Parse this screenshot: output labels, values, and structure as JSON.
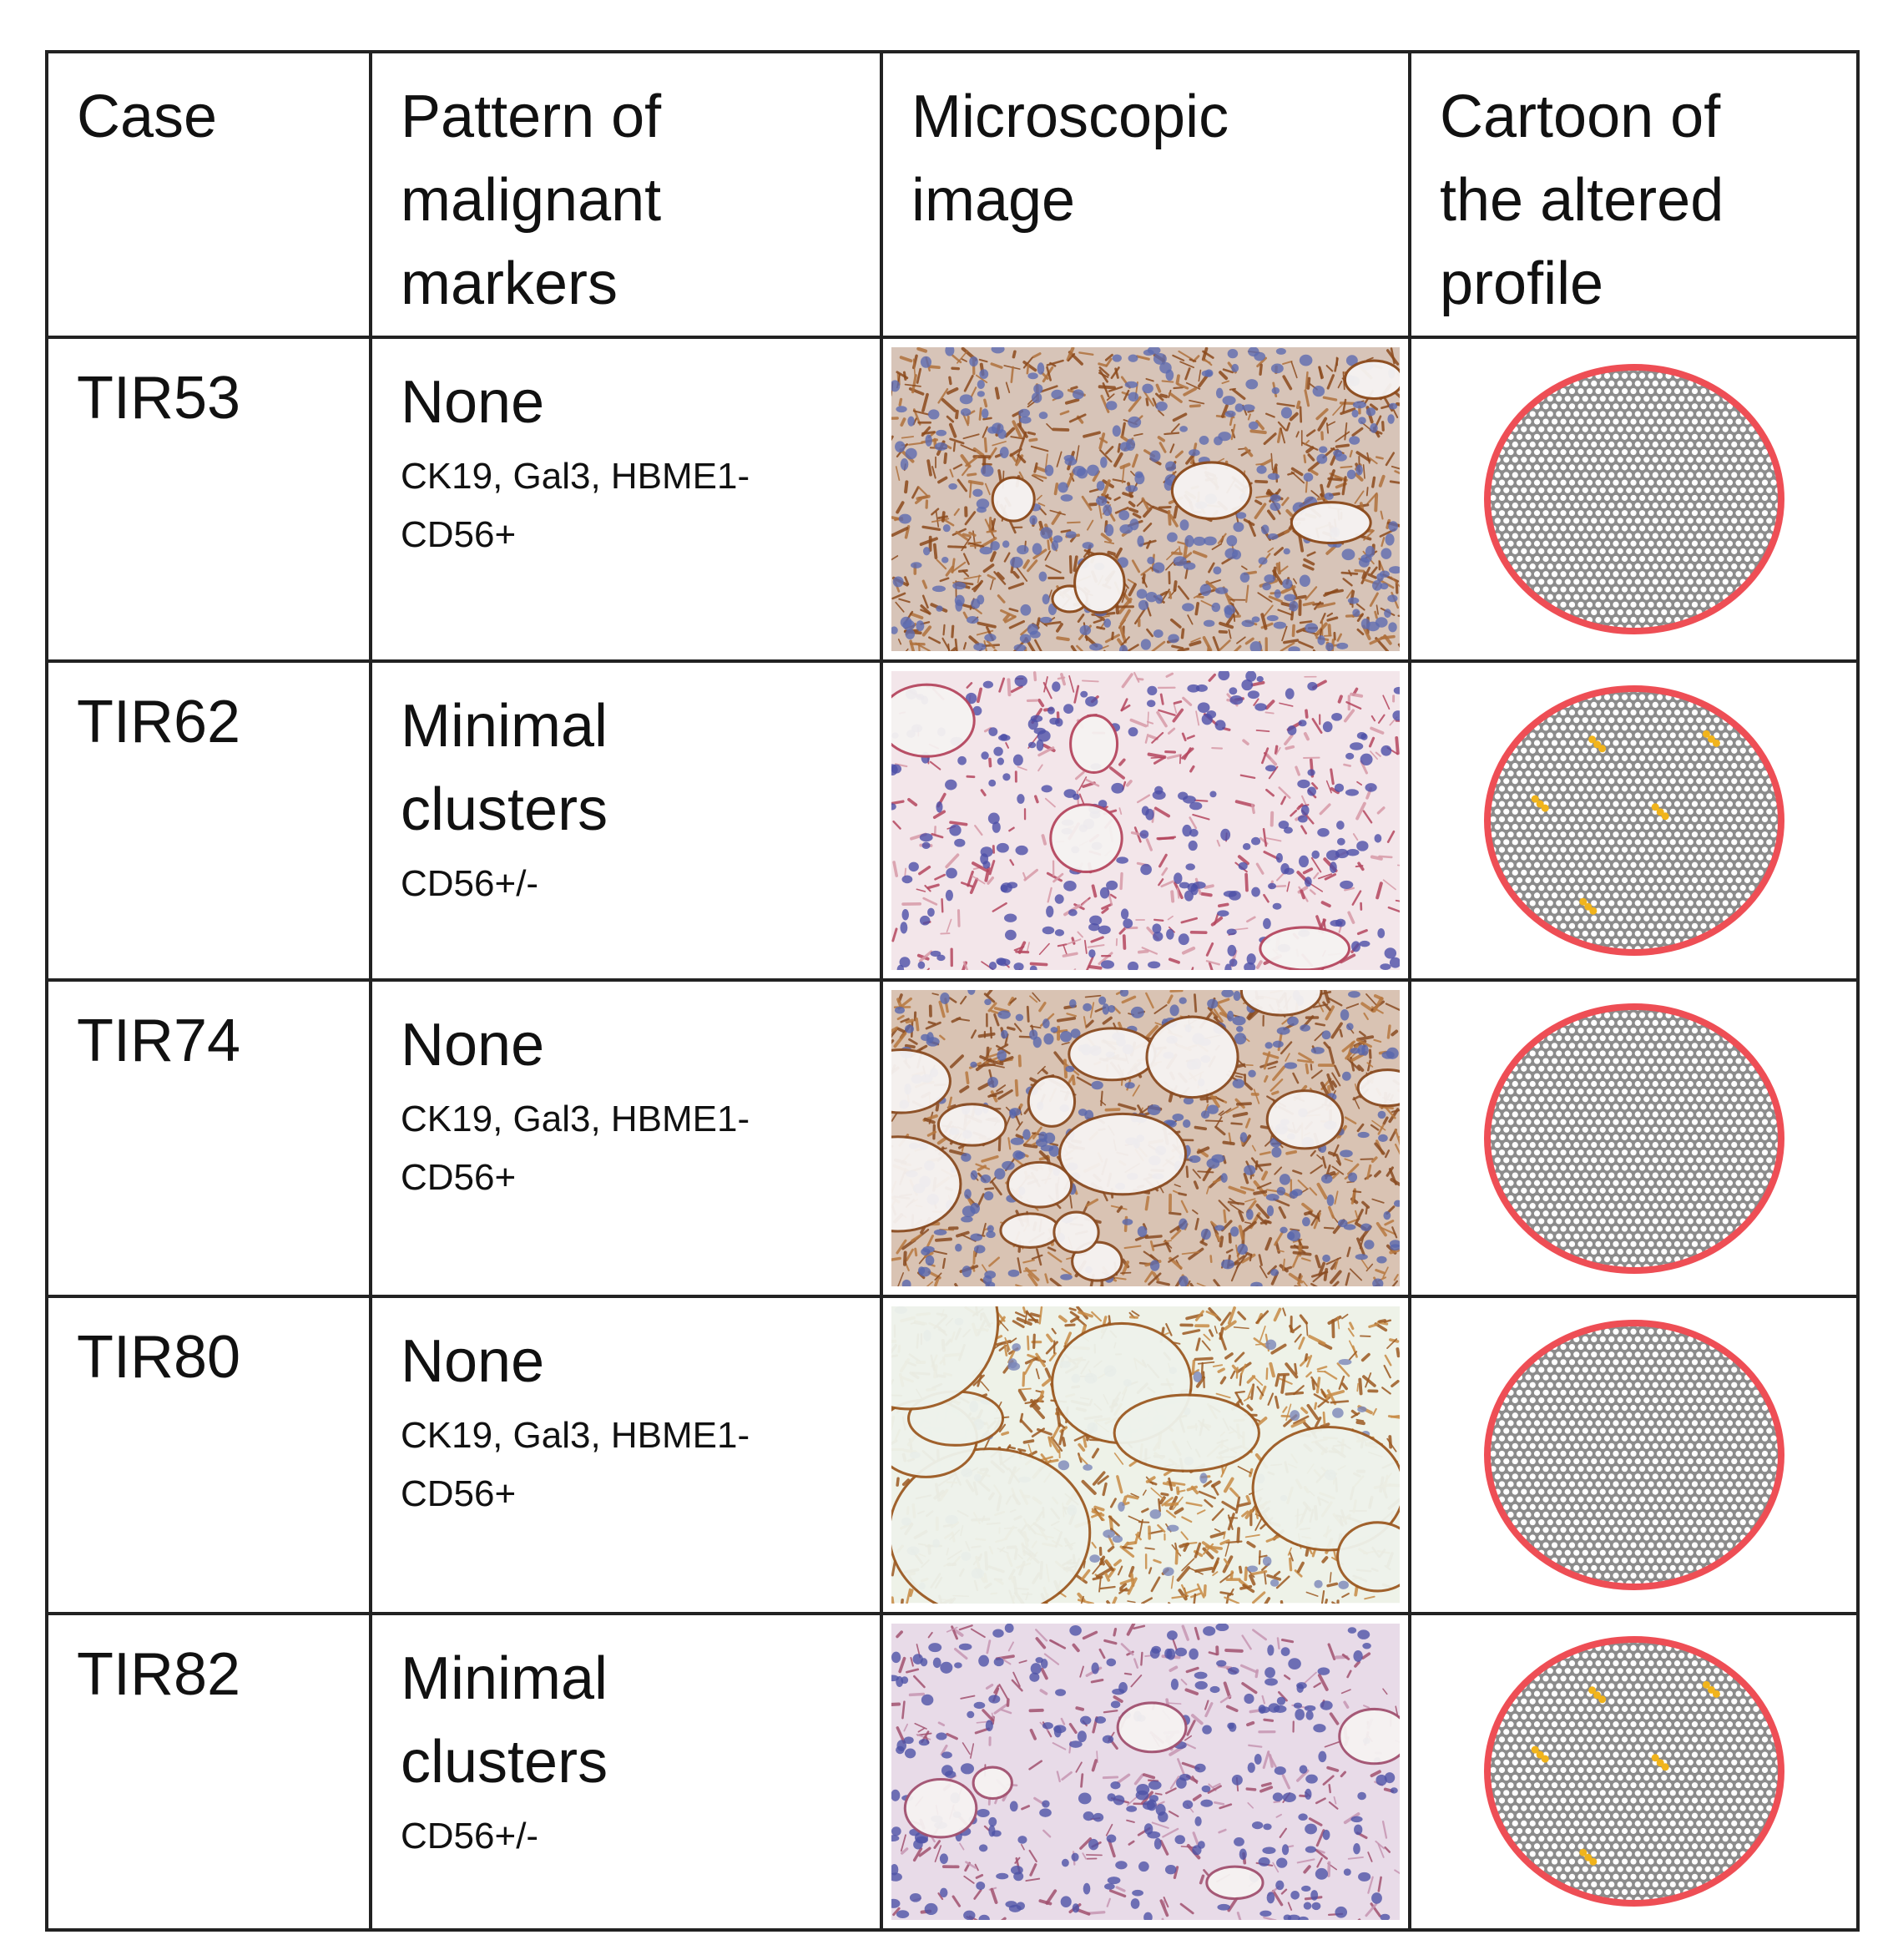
{
  "table": {
    "headers": [
      "Case",
      "Pattern of\nmalignant\nmarkers",
      "Microscopic\nimage",
      "Cartoon of\nthe altered\nprofile"
    ],
    "rows": [
      {
        "case": "TIR53",
        "pattern": "None",
        "markers": "CK19, Gal3, HBME1-\nCD56+",
        "stain": "brown-dense",
        "clusters": 0
      },
      {
        "case": "TIR62",
        "pattern": "Minimal\nclusters",
        "markers": "CD56+/-",
        "stain": "pink-purple",
        "clusters": 5
      },
      {
        "case": "TIR74",
        "pattern": "None",
        "markers": "CK19, Gal3, HBME1-\nCD56+",
        "stain": "brown-follicles",
        "clusters": 0
      },
      {
        "case": "TIR80",
        "pattern": "None",
        "markers": "CK19, Gal3, HBME1-\nCD56+",
        "stain": "brown-light",
        "clusters": 0
      },
      {
        "case": "TIR82",
        "pattern": "Minimal\nclusters",
        "markers": "CD56+/-",
        "stain": "lilac-purple",
        "clusters": 5
      }
    ]
  },
  "colors": {
    "border": "#222222",
    "ring": "#ee4e55",
    "dot_field": "#8c8c8c",
    "cluster": "#f1b41c",
    "brown_stain": "#9a5a26",
    "nuclei_blue": "#4a52a8"
  }
}
